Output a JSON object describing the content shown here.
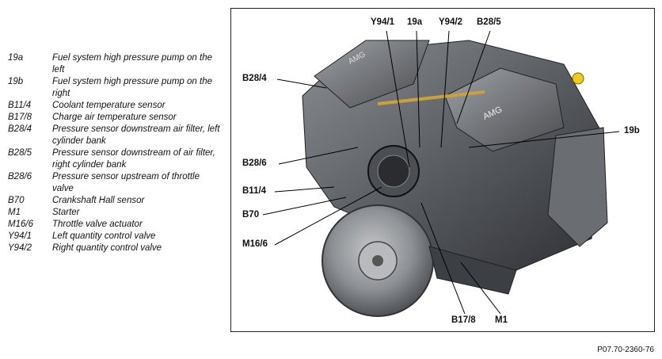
{
  "legend": [
    {
      "code": "19a",
      "desc": "Fuel system high pressure pump on the left"
    },
    {
      "code": "19b",
      "desc": "Fuel system high pressure pump on the right"
    },
    {
      "code": "B11/4",
      "desc": "Coolant temperature sensor"
    },
    {
      "code": "B17/8",
      "desc": "Charge air temperature sensor"
    },
    {
      "code": "B28/4",
      "desc": "Pressure sensor downstream air filter, left cylinder bank"
    },
    {
      "code": "B28/5",
      "desc": "Pressure sensor downstream of air filter, right cylinder bank"
    },
    {
      "code": "B28/6",
      "desc": "Pressure sensor upstream of throttle valve"
    },
    {
      "code": "B70",
      "desc": "Crankshaft Hall sensor"
    },
    {
      "code": "M1",
      "desc": "Starter"
    },
    {
      "code": "M16/6",
      "desc": "Throttle valve actuator"
    },
    {
      "code": "Y94/1",
      "desc": "Left quantity control valve"
    },
    {
      "code": "Y94/2",
      "desc": "Right quantity control valve"
    }
  ],
  "callouts": {
    "y941": "Y94/1",
    "a19": "19a",
    "y942": "Y94/2",
    "b285": "B28/5",
    "b284": "B28/4",
    "b19": "19b",
    "b286": "B28/6",
    "b114": "B11/4",
    "b70": "B70",
    "m166": "M16/6",
    "b178": "B17/8",
    "m1": "M1"
  },
  "engine_text": "AMG",
  "reference": "P07.70-2360-76"
}
